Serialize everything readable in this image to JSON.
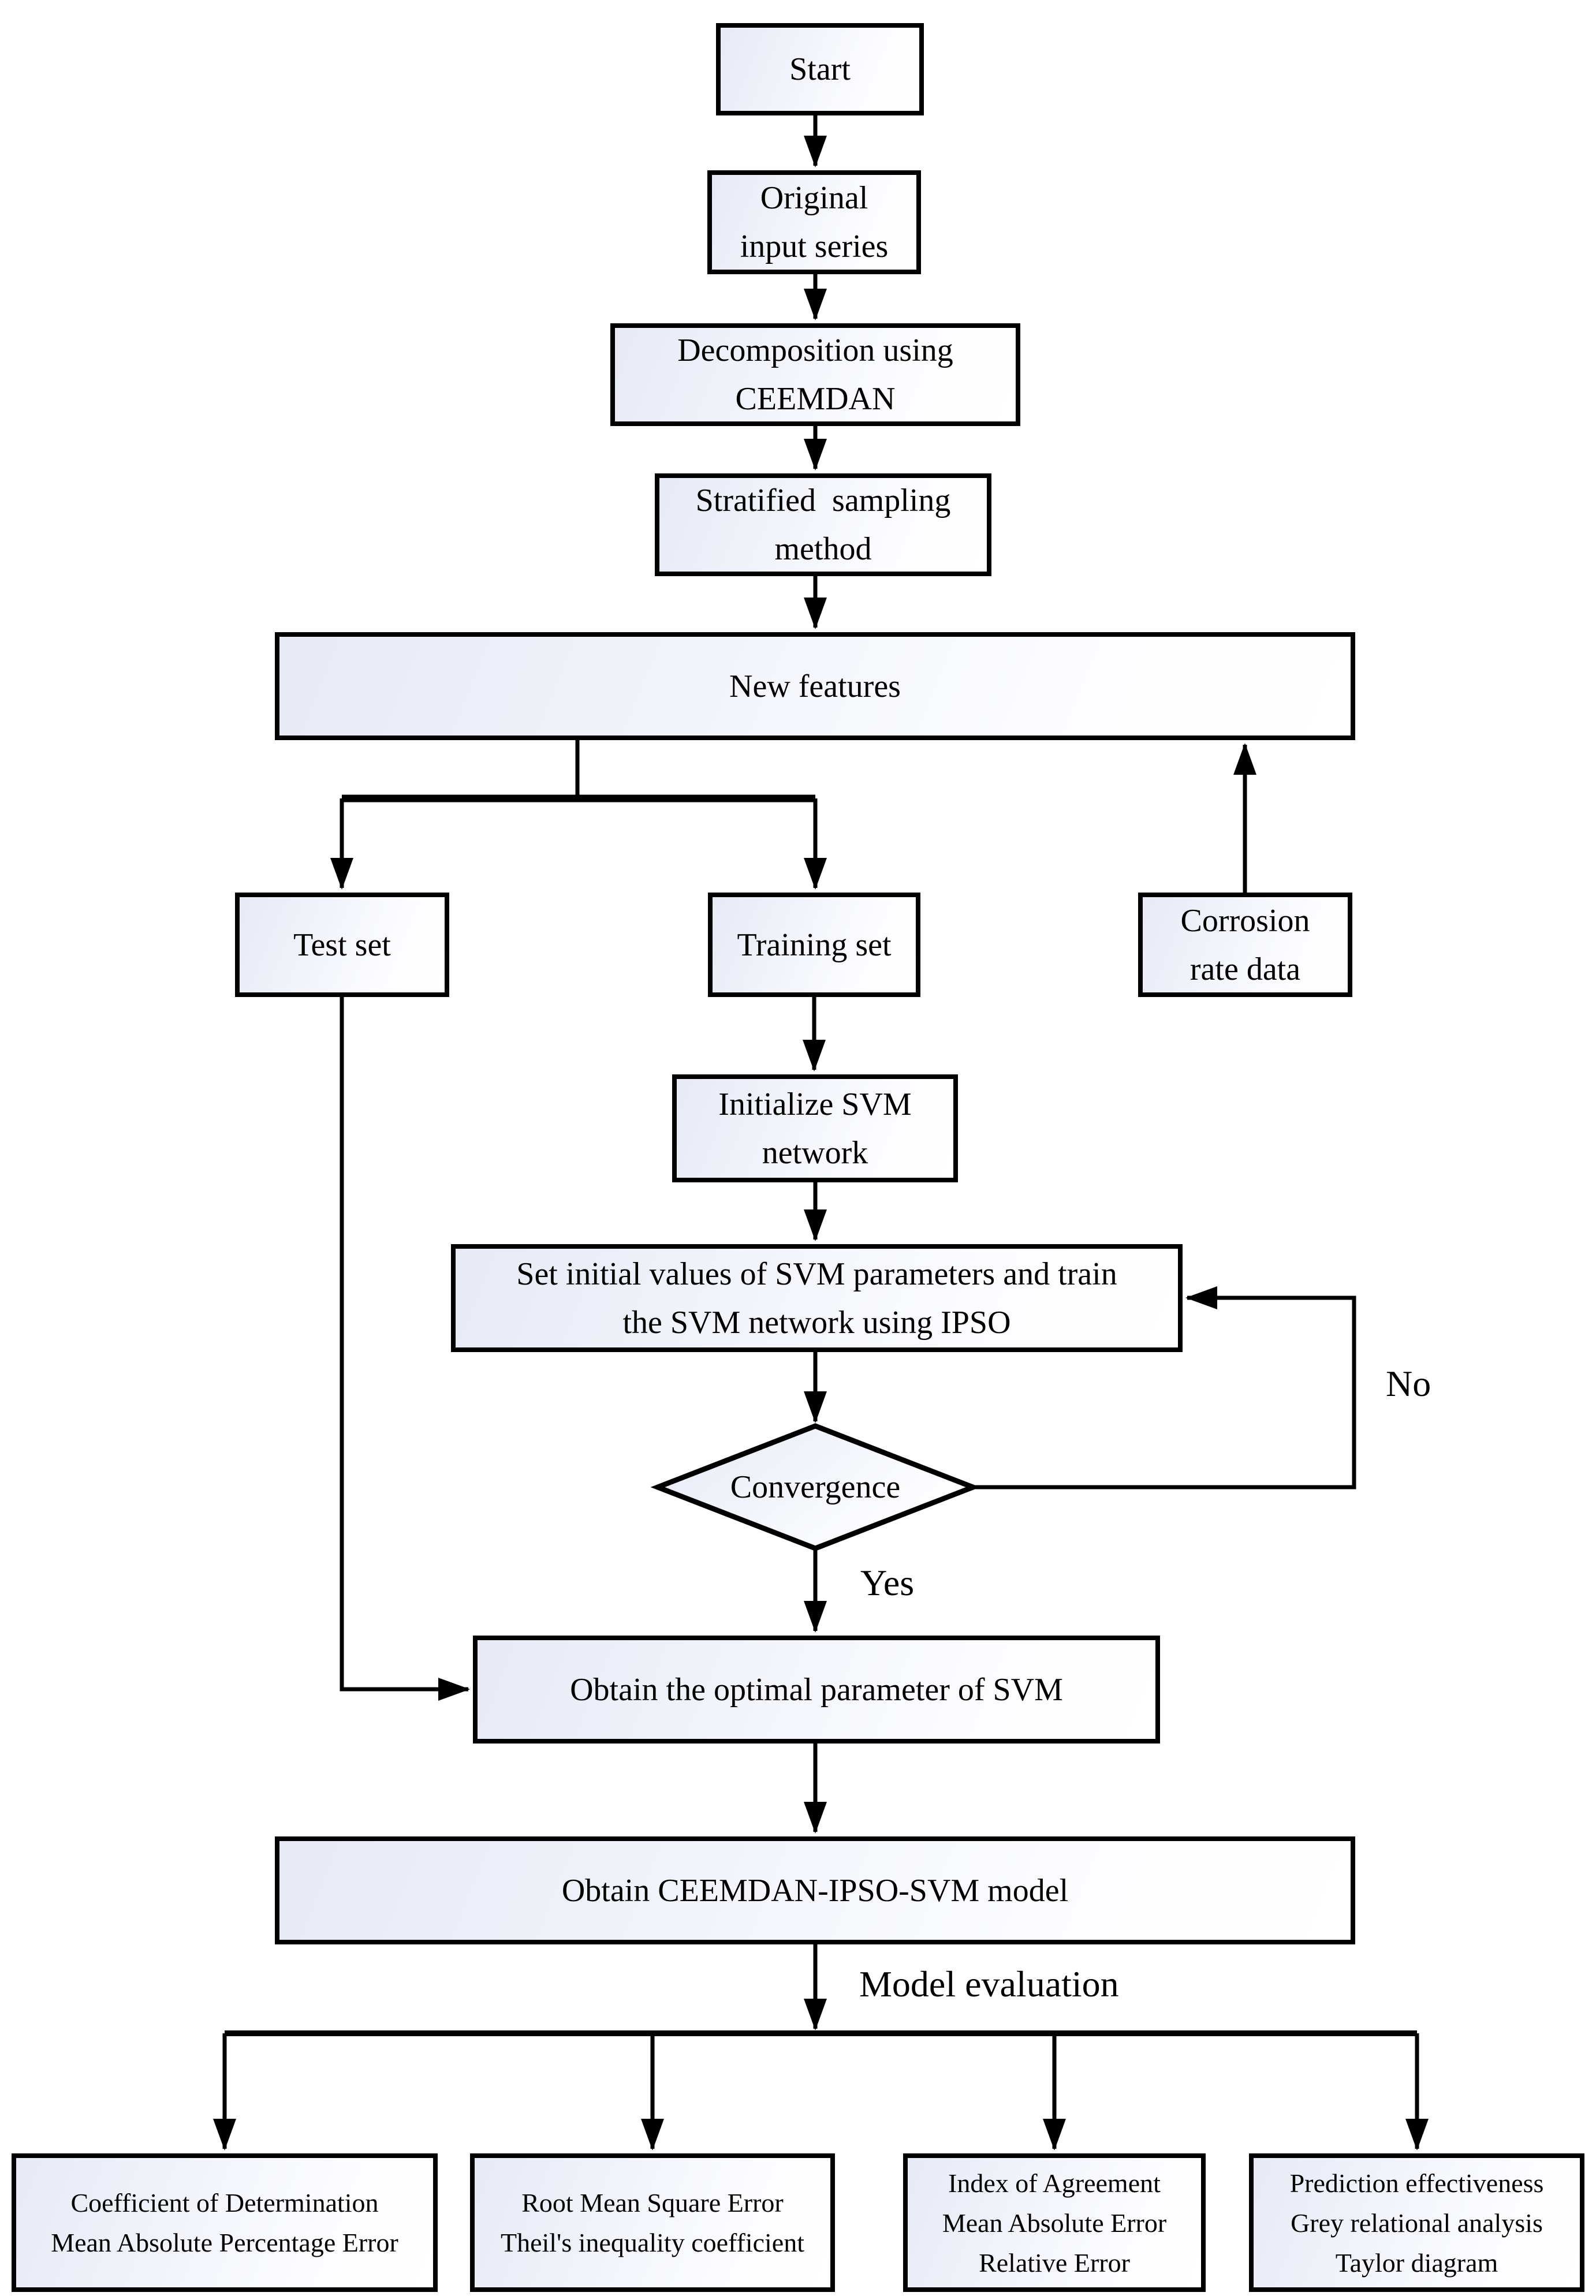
{
  "flowchart": {
    "nodes": {
      "start": "Start",
      "original_input": "Original\ninput series",
      "decomposition": "Decomposition using\nCEEMDAN",
      "stratified": "Stratified  sampling\nmethod",
      "new_features": "New features",
      "test_set": "Test set",
      "training_set": "Training set",
      "corrosion": "Corrosion\nrate data",
      "init_svm": "Initialize SVM\nnetwork",
      "set_initial": "Set initial values of SVM parameters and train\nthe SVM network using IPSO",
      "convergence": "Convergence",
      "obtain_optimal": "Obtain the optimal parameter of SVM",
      "obtain_model": "Obtain CEEMDAN-IPSO-SVM model",
      "eval_1": "Coefficient of Determination\nMean Absolute Percentage Error",
      "eval_2": "Root Mean Square Error\nTheil's inequality coefficient",
      "eval_3": "Index of Agreement\nMean Absolute Error\nRelative Error",
      "eval_4": "Prediction effectiveness\nGrey relational analysis\nTaylor diagram"
    },
    "edge_labels": {
      "yes": "Yes",
      "no": "No",
      "model_evaluation": "Model evaluation"
    },
    "colors": {
      "border": "#000000",
      "fill_start": "#e7eaf5",
      "fill_end": "#ffffff",
      "line": "#000000"
    }
  }
}
